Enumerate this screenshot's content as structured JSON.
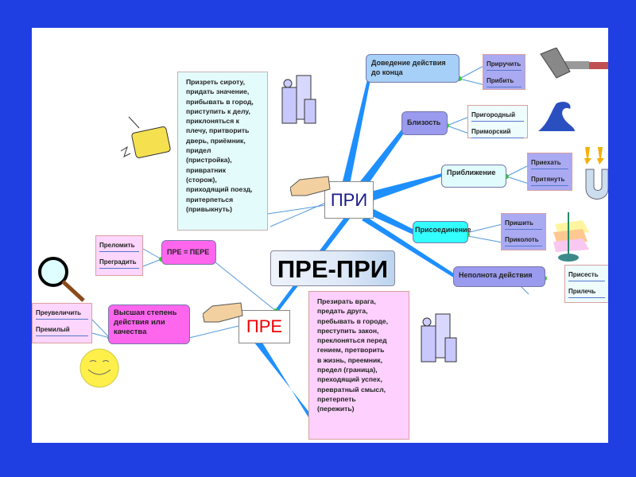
{
  "center": {
    "title": "ПРЕ-ПРИ"
  },
  "pri": {
    "label": "ПРИ",
    "examples": "Призреть сироту,\nпридать значение,\nприбывать в город,\nприступить к делу,\nприклоняться к\nплечу, притворить\nдверь, приёмник,\nпридел\n(пристройка),\nпривратник\n(сторож),\nприходящий поезд,\nпритерпеться\n(привыкнуть)",
    "branches": [
      {
        "label": "Доведение действия до конца",
        "items": [
          "Приручить",
          "Прибить"
        ]
      },
      {
        "label": "Близость",
        "items": [
          "Пригородный",
          "Приморский"
        ]
      },
      {
        "label": "Приближение",
        "items": [
          "Приехать",
          "Притянуть"
        ]
      },
      {
        "label": "Присоединение",
        "items": [
          "Пришить",
          "Приколоть"
        ]
      },
      {
        "label": "Неполнота действия",
        "items": [
          "Присесть",
          "Прилечь"
        ]
      }
    ]
  },
  "pre": {
    "label": "ПРЕ",
    "examples": "Презирать врага,\nпредать друга,\nпребывать в городе,\nпреступить закон,\nпреклоняться перед\nгением, претворить\nв жизнь, преемник,\nпредел (граница),\nпреходящий успех,\nпревратный смысл,\nпретерпеть\n(пережить)",
    "branches": [
      {
        "label": "ПРЕ = ПЕРЕ",
        "items": [
          "Преломить",
          "Преградить"
        ]
      },
      {
        "label": "Высшая степень действия или качества",
        "items": [
          "Преувеличить",
          "Премилый"
        ]
      }
    ]
  },
  "colors": {
    "frame": "#1f3fe3",
    "branch": "#1e8fff"
  }
}
